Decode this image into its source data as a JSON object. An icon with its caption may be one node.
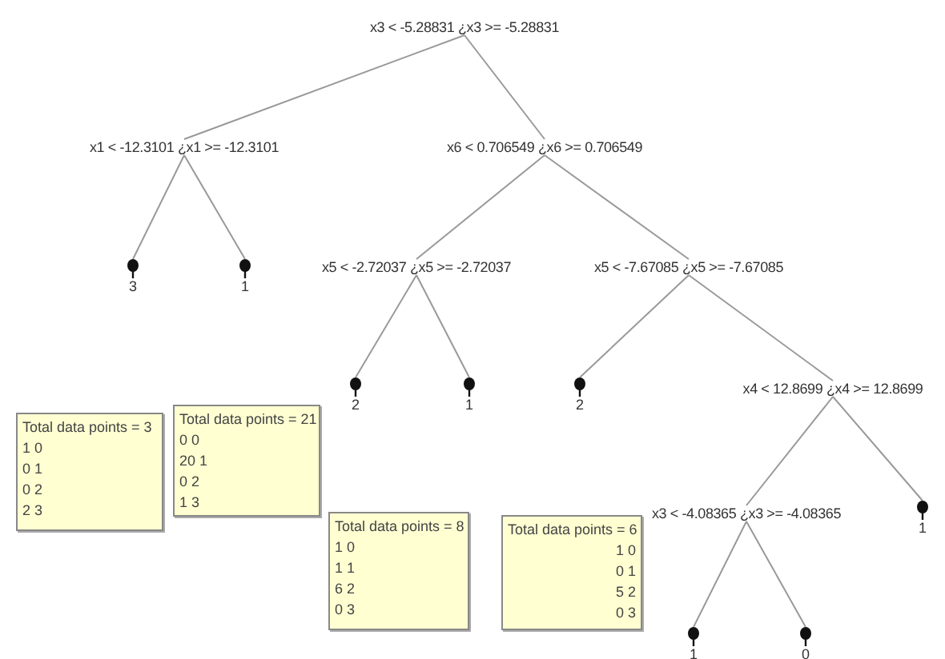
{
  "diagram": {
    "nodes": [
      {
        "text": [
          "x3 < -5.28831 ¿x3 >= -5.28831"
        ]
      },
      {
        "text": [
          "x1 < -12.3101 ¿x1 >= -12.3101"
        ]
      },
      {
        "text": [
          "x6 < 0.706549 ¿x6 >= 0.706549"
        ]
      },
      {
        "text": [
          "3"
        ]
      },
      {
        "text": [
          "1"
        ]
      },
      {
        "text": [
          "x5 < -2.72037 ¿x5 >= -2.72037"
        ]
      },
      {
        "text": [
          "x5 < -7.67085 ¿x5 >= -7.67085"
        ]
      },
      {
        "text": [
          "2"
        ]
      },
      {
        "text": [
          "1"
        ]
      },
      {
        "text": [
          "2"
        ]
      },
      {
        "text": [
          "x4 < 12.8699 ¿x4 >= 12.8699"
        ]
      },
      {
        "text": [
          "x3 < -4.08365 ¿x3 >= -4.08365"
        ]
      },
      {
        "text": [
          "1"
        ]
      },
      {
        "text": [
          "1"
        ]
      },
      {
        "text": [
          "0"
        ]
      },
      {
        "text": [
          "Total data points = 3",
          "1 0",
          "0 1",
          "0 2",
          "2 3"
        ]
      },
      {
        "text": [
          "Total data points = 21",
          "0 0",
          "20 1",
          "0 2",
          "1 3"
        ]
      },
      {
        "text": [
          "Total data points = 8",
          "1 0",
          "1 1",
          "6 2",
          "0 3"
        ]
      },
      {
        "text": [
          "Total data points = 6",
          "1 0",
          "0 1",
          "5 2",
          "0 3"
        ]
      }
    ],
    "edges": [
      {
        "from": 0,
        "to": 1,
        "arrow": "none"
      },
      {
        "from": 0,
        "to": 2,
        "arrow": "none"
      },
      {
        "from": 1,
        "to": 3,
        "arrow": "none"
      },
      {
        "from": 1,
        "to": 4,
        "arrow": "none"
      },
      {
        "from": 2,
        "to": 5,
        "arrow": "none"
      },
      {
        "from": 2,
        "to": 6,
        "arrow": "none"
      },
      {
        "from": 5,
        "to": 7,
        "arrow": "none"
      },
      {
        "from": 5,
        "to": 8,
        "arrow": "none"
      },
      {
        "from": 6,
        "to": 9,
        "arrow": "none"
      },
      {
        "from": 6,
        "to": 10,
        "arrow": "none"
      },
      {
        "from": 10,
        "to": 11,
        "arrow": "none"
      },
      {
        "from": 10,
        "to": 12,
        "arrow": "none"
      },
      {
        "from": 11,
        "to": 13,
        "arrow": "none"
      },
      {
        "from": 11,
        "to": 14,
        "arrow": "none"
      }
    ]
  }
}
